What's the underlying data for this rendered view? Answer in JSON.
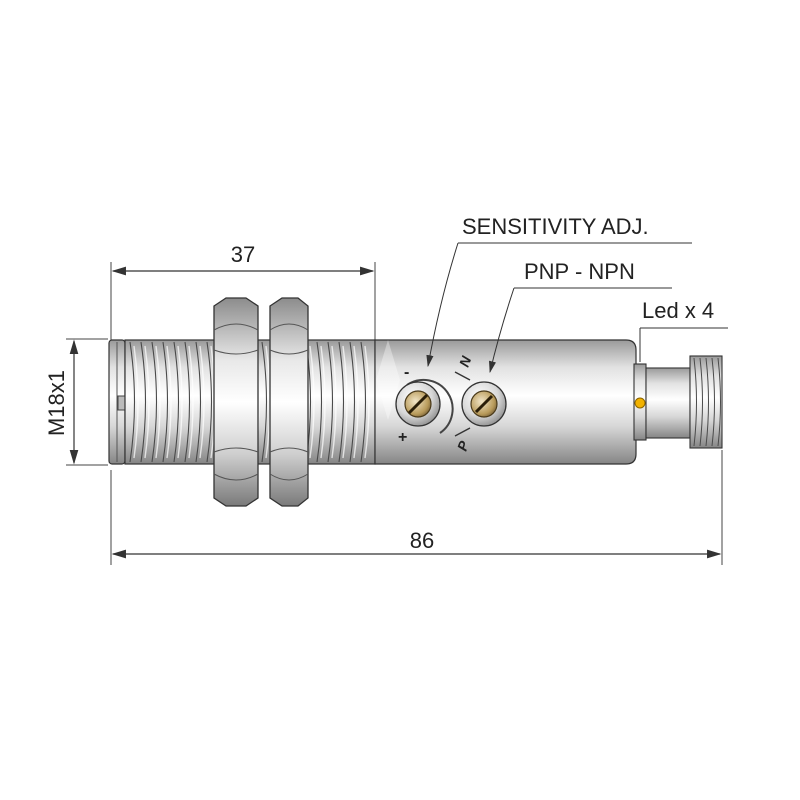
{
  "dimensions": {
    "thread_length": "37",
    "total_length": "86",
    "thread_size": "M18x1"
  },
  "labels": {
    "sensitivity": "SENSITIVITY ADJ.",
    "output_type": "PNP - NPN",
    "led": "Led x 4"
  },
  "knob_marks": {
    "minus": "-",
    "plus": "+",
    "n": "N",
    "p": "P"
  },
  "colors": {
    "line": "#333333",
    "metal_light": "#f4f4f4",
    "metal_dark": "#8a8a8a",
    "led": "#f2b200"
  }
}
